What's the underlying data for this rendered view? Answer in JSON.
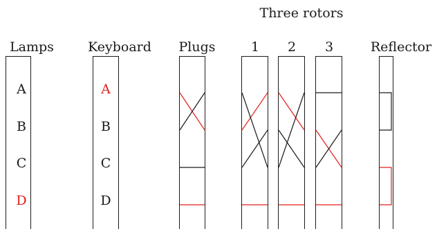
{
  "title": "Three rotors",
  "components": {
    "lamps": "Lamps",
    "keyboard": "Keyboard",
    "plugs": "Plugs",
    "reflector": "Reflector",
    "rotors": [
      "1",
      "2",
      "3"
    ]
  },
  "lamp_letters": [
    "A",
    "B",
    "C",
    "D"
  ],
  "key_letters": [
    "A",
    "B",
    "C",
    "D"
  ],
  "highlight": {
    "pressed_key": "A",
    "lit_lamp": "D",
    "color": "#e0201c"
  },
  "line_color": "#1a1a1a"
}
